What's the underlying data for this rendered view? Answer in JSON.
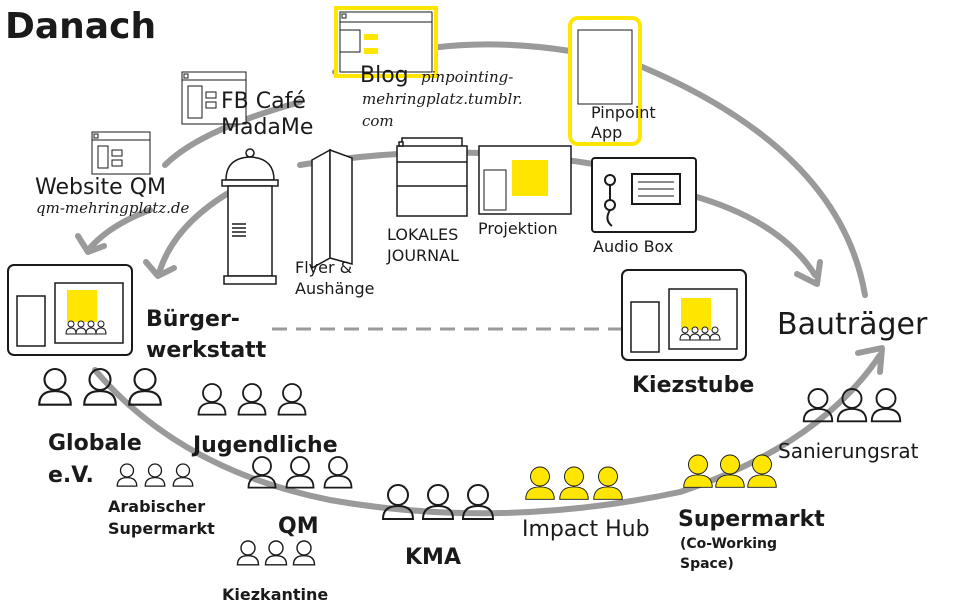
{
  "title": "Danach",
  "colors": {
    "accent": "#ffe600",
    "arc": "#9a9a9a",
    "ink": "#1a1a1a"
  },
  "channels": {
    "blog": {
      "label": "Blog",
      "url": [
        "pinpointing-",
        "mehringplatz.tumblr.",
        "com"
      ]
    },
    "pinpoint_app": {
      "label": [
        "Pinpoint",
        "App"
      ]
    },
    "fb_cafe": {
      "label": [
        "FB Café",
        "MadaMe"
      ]
    },
    "website": {
      "label": "Website QM",
      "url": "qm-mehringplatz.de"
    },
    "flyer": {
      "label": [
        "Flyer &",
        "Aushänge"
      ]
    },
    "lokales_journal": {
      "label": [
        "LOKALES",
        "JOURNAL"
      ]
    },
    "projektion": {
      "label": "Projektion"
    },
    "audio_box": {
      "label": "Audio Box"
    }
  },
  "places": {
    "buergerwerkstatt": {
      "label": [
        "Bürger-",
        "werkstatt"
      ]
    },
    "kiezstube": {
      "label": "Kiezstube"
    },
    "bautraeger": {
      "label": "Bauträger"
    }
  },
  "groups": {
    "globale": {
      "label": [
        "Globale",
        "e.V."
      ]
    },
    "arabischer": {
      "label": [
        "Arabischer",
        "Supermarkt"
      ]
    },
    "jugendliche": {
      "label": "Jugendliche"
    },
    "qm": {
      "label": "QM"
    },
    "kiezkantine": {
      "label": "Kiezkantine"
    },
    "kma": {
      "label": "KMA"
    },
    "impact_hub": {
      "label": "Impact Hub"
    },
    "supermarkt": {
      "label": "Supermarkt",
      "sub": [
        "(Co-Working",
        "Space)"
      ]
    },
    "sanierungsrat": {
      "label": "Sanierungsrat"
    }
  }
}
